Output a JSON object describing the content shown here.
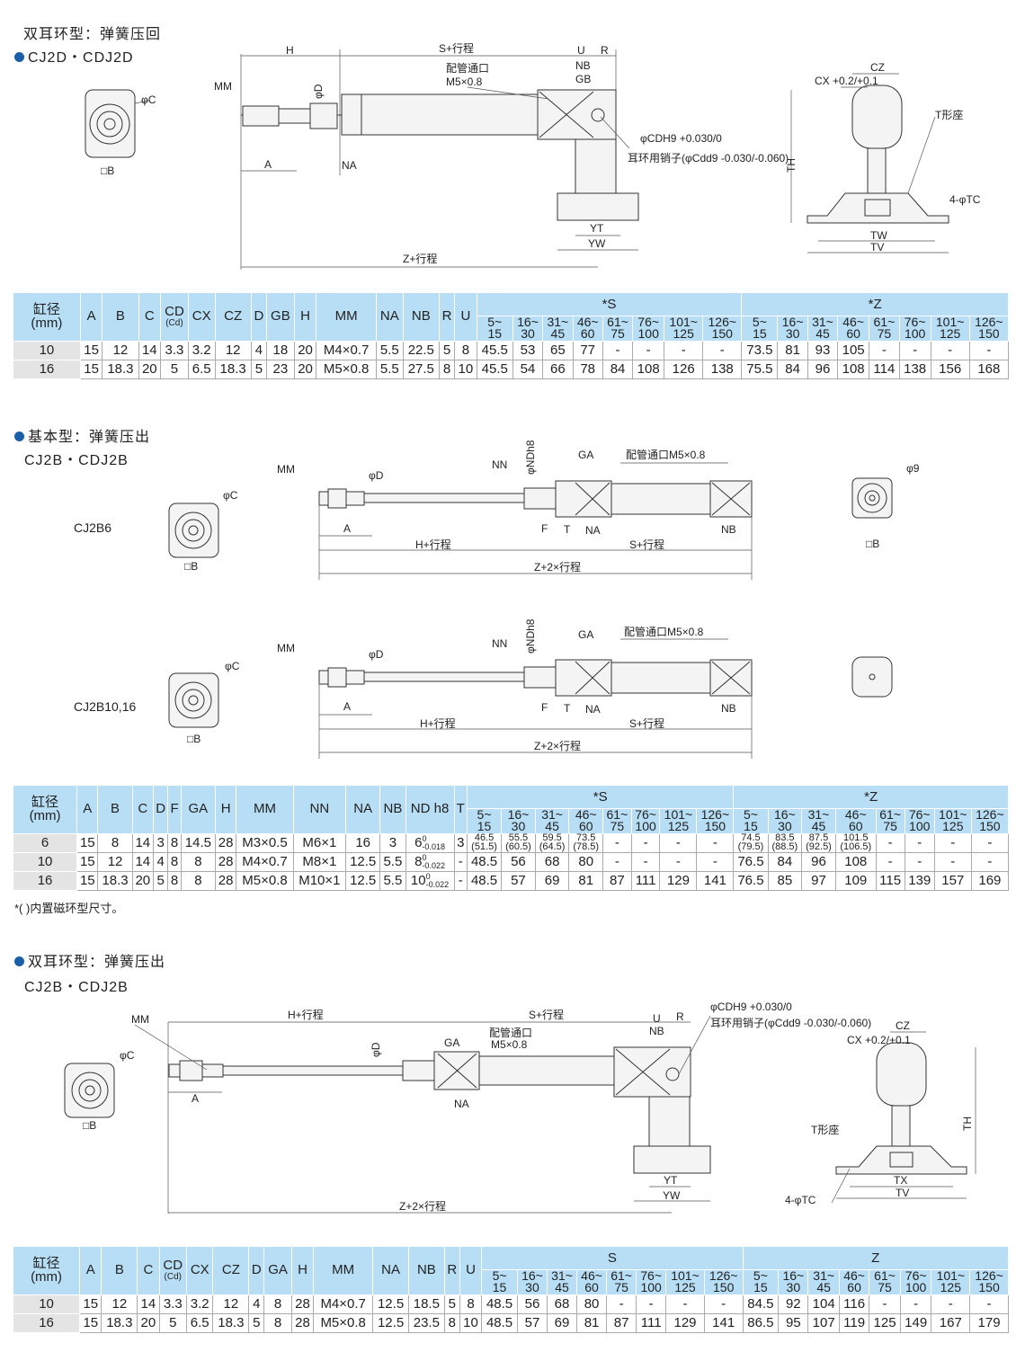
{
  "section1": {
    "title": "双耳环型：弹簧压回",
    "subtitle": "CJ2D・CDJ2D",
    "labels": {
      "phiC": "φC",
      "MM": "MM",
      "B": "□B",
      "H": "H",
      "S": "S+行程",
      "U": "U",
      "R": "R",
      "port1": "配管通口",
      "port2": "M5×0.8",
      "NB": "NB",
      "GB": "GB",
      "phiD": "φD",
      "A": "A",
      "NA": "NA",
      "phiCD": "φCDH9 +0.030/0",
      "pin": "耳环用销子(φCdd9 -0.030/-0.060)",
      "YT": "YT",
      "YW": "YW",
      "Z": "Z+行程",
      "CZ": "CZ",
      "CX": "CX +0.2/+0.1",
      "Tseat": "T形座",
      "TH": "TH",
      "TC": "4-φTC",
      "TW": "TW",
      "TV": "TV"
    },
    "table": {
      "bore_label": "缸径\n(mm)",
      "cols": [
        {
          "label": "A"
        },
        {
          "label": "B"
        },
        {
          "label": "C"
        },
        {
          "label": "CD",
          "sub": "(Cd)"
        },
        {
          "label": "CX"
        },
        {
          "label": "CZ"
        },
        {
          "label": "D"
        },
        {
          "label": "GB"
        },
        {
          "label": "H"
        },
        {
          "label": "MM"
        },
        {
          "label": "NA"
        },
        {
          "label": "NB"
        },
        {
          "label": "R"
        },
        {
          "label": "U"
        }
      ],
      "s_label": "*S",
      "z_label": "*Z",
      "ranges": [
        "5~\n15",
        "16~\n30",
        "31~\n45",
        "46~\n60",
        "61~\n75",
        "76~\n100",
        "101~\n125",
        "126~\n150"
      ],
      "rows": [
        [
          "10",
          "15",
          "12",
          "14",
          "3.3",
          "3.2",
          "12",
          "4",
          "18",
          "20",
          "M4×0.7",
          "5.5",
          "22.5",
          "5",
          "8",
          "45.5",
          "53",
          "65",
          "77",
          "-",
          "-",
          "-",
          "-",
          "73.5",
          "81",
          "93",
          "105",
          "-",
          "-",
          "-",
          "-"
        ],
        [
          "16",
          "15",
          "18.3",
          "20",
          "5",
          "6.5",
          "18.3",
          "5",
          "23",
          "20",
          "M5×0.8",
          "5.5",
          "27.5",
          "8",
          "10",
          "45.5",
          "54",
          "66",
          "78",
          "84",
          "108",
          "126",
          "138",
          "75.5",
          "84",
          "96",
          "108",
          "114",
          "138",
          "156",
          "168"
        ]
      ]
    }
  },
  "section2": {
    "title": "基本型：弹簧压出",
    "subtitle": "CJ2B・CDJ2B",
    "model_a": "CJ2B6",
    "model_b": "CJ2B10,16",
    "labels": {
      "MM": "MM",
      "phiD": "φD",
      "NN": "NN",
      "phiND": "φNDh8",
      "GA": "GA",
      "port": "配管通口M5×0.8",
      "phiC": "φC",
      "B": "□B",
      "A": "A",
      "F": "F",
      "T": "T",
      "NA": "NA",
      "NB": "NB",
      "H": "H+行程",
      "S": "S+行程",
      "Z": "Z+2×行程",
      "phi9": "φ9"
    },
    "table": {
      "bore_label": "缸径\n(mm)",
      "cols": [
        {
          "label": "A"
        },
        {
          "label": "B"
        },
        {
          "label": "C"
        },
        {
          "label": "D"
        },
        {
          "label": "F"
        },
        {
          "label": "GA"
        },
        {
          "label": "H"
        },
        {
          "label": "MM"
        },
        {
          "label": "NN"
        },
        {
          "label": "NA"
        },
        {
          "label": "NB"
        },
        {
          "label": "ND h8"
        },
        {
          "label": "T"
        }
      ],
      "s_label": "*S",
      "z_label": "*Z",
      "ranges": [
        "5~\n15",
        "16~\n30",
        "31~\n45",
        "46~\n60",
        "61~\n75",
        "76~\n100",
        "101~\n125",
        "126~\n150"
      ],
      "rows": [
        [
          "6",
          "15",
          "8",
          "14",
          "3",
          "8",
          "14.5",
          "28",
          "M3×0.5",
          "M6×1",
          "16",
          "3",
          {
            "v": "6",
            "up": "0",
            "lo": "-0.018"
          },
          "3",
          "46.5\n(51.5)",
          "55.5\n(60.5)",
          "59.5\n(64.5)",
          "73.5\n(78.5)",
          "-",
          "-",
          "-",
          "-",
          "74.5\n(79.5)",
          "83.5\n(88.5)",
          "87.5\n(92.5)",
          "101.5\n(106.5)",
          "-",
          "-",
          "-",
          "-"
        ],
        [
          "10",
          "15",
          "12",
          "14",
          "4",
          "8",
          "8",
          "28",
          "M4×0.7",
          "M8×1",
          "12.5",
          "5.5",
          {
            "v": "8",
            "up": "0",
            "lo": "-0.022"
          },
          "-",
          "48.5",
          "56",
          "68",
          "80",
          "-",
          "-",
          "-",
          "-",
          "76.5",
          "84",
          "96",
          "108",
          "-",
          "-",
          "-",
          "-"
        ],
        [
          "16",
          "15",
          "18.3",
          "20",
          "5",
          "8",
          "8",
          "28",
          "M5×0.8",
          "M10×1",
          "12.5",
          "5.5",
          {
            "v": "10",
            "up": "0",
            "lo": "-0.022"
          },
          "-",
          "48.5",
          "57",
          "69",
          "81",
          "87",
          "111",
          "129",
          "141",
          "76.5",
          "85",
          "97",
          "109",
          "115",
          "139",
          "157",
          "169"
        ]
      ]
    },
    "note": "*( )内置磁环型尺寸。"
  },
  "section3": {
    "title": "双耳环型：弹簧压出",
    "subtitle": "CJ2B・CDJ2B",
    "labels": {
      "MM": "MM",
      "phiC": "φC",
      "B": "□B",
      "H": "H+行程",
      "S": "S+行程",
      "phiD": "φD",
      "GA": "GA",
      "port1": "配管通口",
      "port2": "M5×0.8",
      "A": "A",
      "NA": "NA",
      "U": "U",
      "R": "R",
      "NB": "NB",
      "phiCD": "φCDH9 +0.030/0",
      "pin": "耳环用销子(φCdd9 -0.030/-0.060)",
      "CZ": "CZ",
      "CX": "CX +0.2/+0.1",
      "TH": "TH",
      "Tseat": "T形座",
      "TX": "TX",
      "TV": "TV",
      "TC": "4-φTC",
      "YT": "YT",
      "YW": "YW",
      "Z": "Z+2×行程"
    },
    "table": {
      "bore_label": "缸径\n(mm)",
      "cols": [
        {
          "label": "A"
        },
        {
          "label": "B"
        },
        {
          "label": "C"
        },
        {
          "label": "CD",
          "sub": "(Cd)"
        },
        {
          "label": "CX"
        },
        {
          "label": "CZ"
        },
        {
          "label": "D"
        },
        {
          "label": "GA"
        },
        {
          "label": "H"
        },
        {
          "label": "MM"
        },
        {
          "label": "NA"
        },
        {
          "label": "NB"
        },
        {
          "label": "R"
        },
        {
          "label": "U"
        }
      ],
      "s_label": "S",
      "z_label": "Z",
      "ranges": [
        "5~\n15",
        "16~\n30",
        "31~\n45",
        "46~\n60",
        "61~\n75",
        "76~\n100",
        "101~\n125",
        "126~\n150"
      ],
      "rows": [
        [
          "10",
          "15",
          "12",
          "14",
          "3.3",
          "3.2",
          "12",
          "4",
          "8",
          "28",
          "M4×0.7",
          "12.5",
          "18.5",
          "5",
          "8",
          "48.5",
          "56",
          "68",
          "80",
          "-",
          "-",
          "-",
          "-",
          "84.5",
          "92",
          "104",
          "116",
          "-",
          "-",
          "-",
          "-"
        ],
        [
          "16",
          "15",
          "18.3",
          "20",
          "5",
          "6.5",
          "18.3",
          "5",
          "8",
          "28",
          "M5×0.8",
          "12.5",
          "23.5",
          "8",
          "10",
          "48.5",
          "57",
          "69",
          "81",
          "87",
          "111",
          "129",
          "141",
          "86.5",
          "95",
          "107",
          "119",
          "125",
          "149",
          "167",
          "179"
        ]
      ]
    }
  },
  "colors": {
    "header": "#b7def5",
    "bore": "#e4e4e4",
    "bullet": "#1a5fa8"
  }
}
